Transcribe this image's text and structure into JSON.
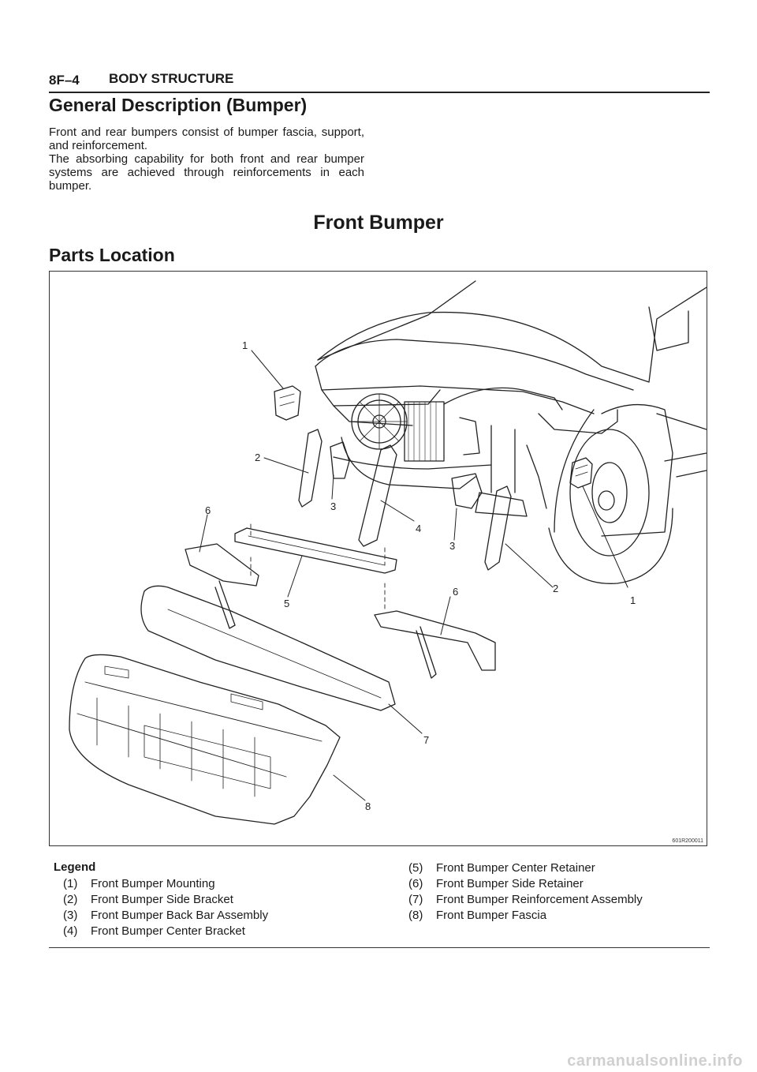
{
  "header": {
    "page_number": "8F–4",
    "section": "BODY STRUCTURE"
  },
  "general": {
    "title": "General Description (Bumper)",
    "paragraphs": [
      "Front and rear bumpers consist of bumper fascia, support, and reinforcement.",
      "The absorbing capability for both front and rear bumper systems are achieved through reinforcements in each bumper."
    ]
  },
  "front_bumper_title": "Front Bumper",
  "parts_location_title": "Parts Location",
  "figure": {
    "code": "601R200011",
    "callouts": [
      "1",
      "2",
      "3",
      "4",
      "3",
      "6",
      "5",
      "6",
      "2",
      "1",
      "7",
      "8"
    ]
  },
  "legend": {
    "title": "Legend",
    "left": [
      {
        "num": "(1)",
        "text": "Front Bumper Mounting"
      },
      {
        "num": "(2)",
        "text": "Front Bumper Side Bracket"
      },
      {
        "num": "(3)",
        "text": "Front Bumper Back Bar Assembly"
      },
      {
        "num": "(4)",
        "text": "Front Bumper Center Bracket"
      }
    ],
    "right": [
      {
        "num": "(5)",
        "text": "Front Bumper Center Retainer"
      },
      {
        "num": "(6)",
        "text": "Front Bumper Side Retainer"
      },
      {
        "num": "(7)",
        "text": "Front Bumper Reinforcement Assembly"
      },
      {
        "num": "(8)",
        "text": "Front Bumper Fascia"
      }
    ]
  },
  "watermark": "carmanualsonline.info"
}
